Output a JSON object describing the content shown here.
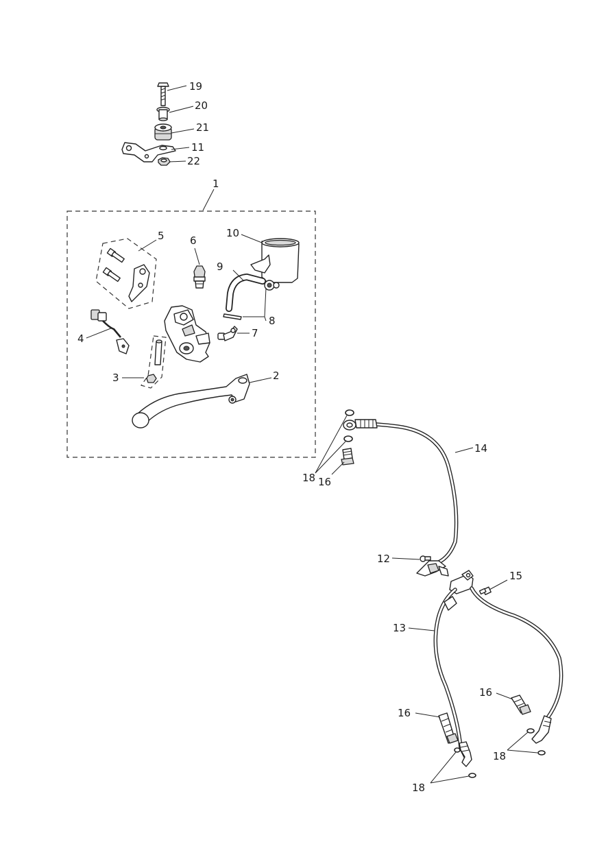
{
  "diagram": {
    "callouts": [
      {
        "id": "c19",
        "text": "19"
      },
      {
        "id": "c20",
        "text": "20"
      },
      {
        "id": "c21",
        "text": "21"
      },
      {
        "id": "c11",
        "text": "11"
      },
      {
        "id": "c22",
        "text": "22"
      },
      {
        "id": "c1",
        "text": "1"
      },
      {
        "id": "c5",
        "text": "5"
      },
      {
        "id": "c6",
        "text": "6"
      },
      {
        "id": "c10",
        "text": "10"
      },
      {
        "id": "c9",
        "text": "9"
      },
      {
        "id": "c8",
        "text": "8"
      },
      {
        "id": "c7",
        "text": "7"
      },
      {
        "id": "c4",
        "text": "4"
      },
      {
        "id": "c3",
        "text": "3"
      },
      {
        "id": "c2",
        "text": "2"
      },
      {
        "id": "c14",
        "text": "14"
      },
      {
        "id": "c18a",
        "text": "18"
      },
      {
        "id": "c16a",
        "text": "16"
      },
      {
        "id": "c12",
        "text": "12"
      },
      {
        "id": "c15",
        "text": "15"
      },
      {
        "id": "c13",
        "text": "13"
      },
      {
        "id": "c16b",
        "text": "16"
      },
      {
        "id": "c16c",
        "text": "16"
      },
      {
        "id": "c18b",
        "text": "18"
      },
      {
        "id": "c18c",
        "text": "18"
      }
    ]
  }
}
